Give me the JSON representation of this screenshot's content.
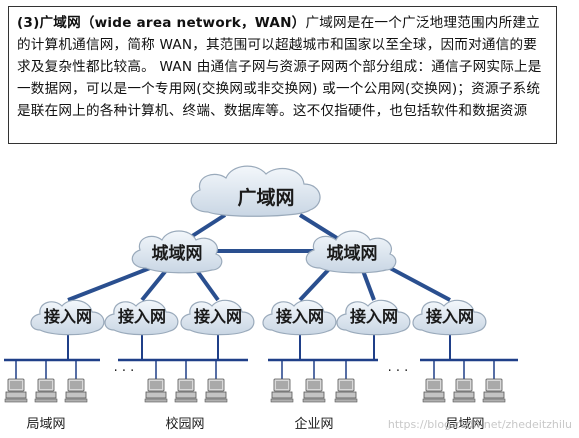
{
  "text_block": {
    "lead": "(3)广域网（wide area network，WAN）",
    "body": "广域网是在一个广泛地理范围内所建立的计算机通信网，简称 WAN，其范围可以超越城市和国家以至全球，因而对通信的要求及复杂性都比较高。 WAN 由通信子网与资源子网两个部分组成：通信子网实际上是一数据网，可以是一个专用网(交换网或非交换网) 或一个公用网(交换网)；资源子系统是联在网上的各种计算机、终端、数据库等。这不仅指硬件，也包括软件和数据资源"
  },
  "diagram": {
    "wan_label": "广域网",
    "man_labels": [
      "城域网",
      "城域网"
    ],
    "access_labels": [
      "接入网",
      "接入网",
      "接入网",
      "接入网",
      "接入网",
      "接入网"
    ],
    "lan_labels": [
      "局域网",
      "校园网",
      "企业网",
      "局域网"
    ],
    "ellipsis": "· · ·",
    "watermark": "https://blog.csdn.net/zhedeitzhilu"
  },
  "colors": {
    "cloud_fill": "#dde6f0",
    "cloud_stroke": "#9aaabb",
    "link": "#2a4f8f",
    "bus": "#1f3f88",
    "computer": "#8a8a8a"
  }
}
